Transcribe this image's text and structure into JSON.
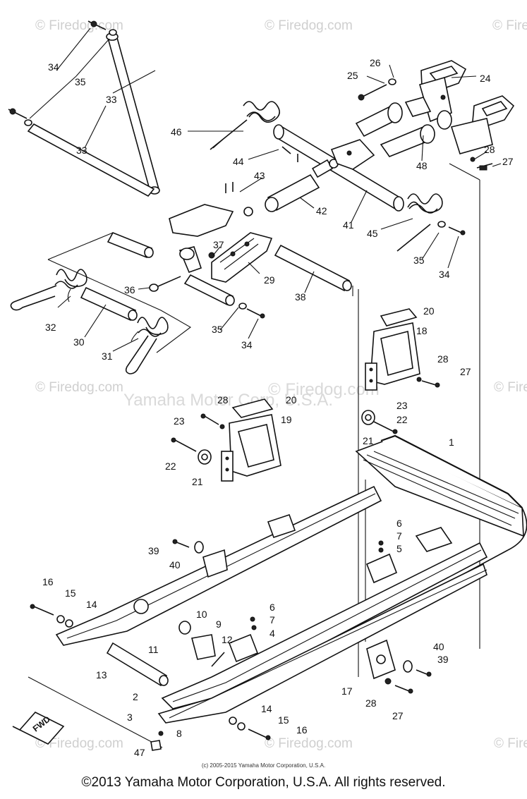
{
  "watermarks": {
    "site": "© Firedog.com",
    "center_site": "© Firedog.com",
    "center_owner": "Yamaha Motor Corp, U.S.A."
  },
  "fwd_label": "FWD",
  "part_numbers": [
    "1",
    "2",
    "3",
    "4",
    "5",
    "6",
    "6",
    "7",
    "7",
    "8",
    "9",
    "10",
    "11",
    "12",
    "13",
    "14",
    "14",
    "15",
    "15",
    "16",
    "16",
    "17",
    "18",
    "19",
    "20",
    "20",
    "21",
    "21",
    "22",
    "22",
    "23",
    "23",
    "24",
    "25",
    "26",
    "27",
    "27",
    "27",
    "28",
    "28",
    "28",
    "28",
    "29",
    "30",
    "31",
    "32",
    "33",
    "33",
    "34",
    "34",
    "34",
    "35",
    "35",
    "35",
    "36",
    "37",
    "38",
    "39",
    "39",
    "40",
    "40",
    "41",
    "42",
    "43",
    "44",
    "45",
    "46",
    "47",
    "48"
  ],
  "small_copyright": "(c) 2005-2015 Yamaha Motor Corporation, U.S.A.",
  "footer": "©2013 Yamaha Motor Corporation, U.S.A. All rights reserved."
}
